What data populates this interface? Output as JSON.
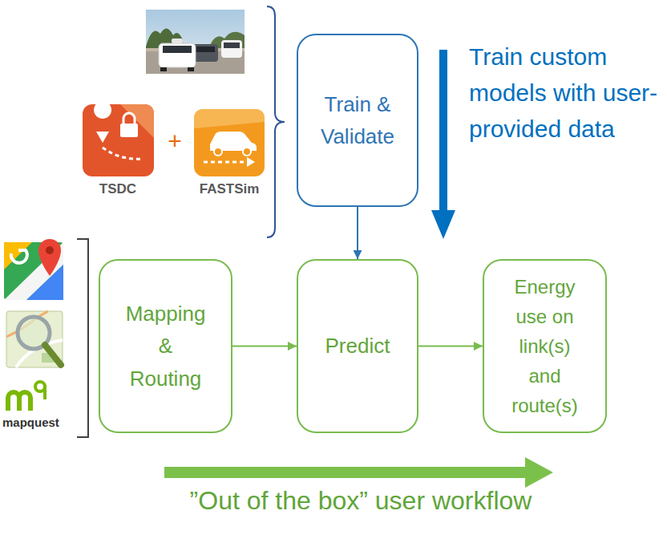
{
  "diagram": {
    "nodes": [
      {
        "text": [
          "Train & Validate"
        ]
      },
      {
        "text": [
          "Mapping & Routing"
        ]
      },
      {
        "text": [
          "Predict"
        ]
      },
      {
        "text": [
          "Energy use on link(s) and route(s)"
        ]
      }
    ],
    "edges": [
      {
        "from": 0,
        "to": 2,
        "arrow": "to"
      },
      {
        "from": 1,
        "to": 2,
        "arrow": "to"
      },
      {
        "from": 2,
        "to": 3,
        "arrow": "to"
      }
    ],
    "labels": [
      "Train custom models with user-provided data",
      "TSDC",
      "+",
      "FASTSim",
      "mapquest",
      "”Out of the box” user workflow"
    ]
  }
}
